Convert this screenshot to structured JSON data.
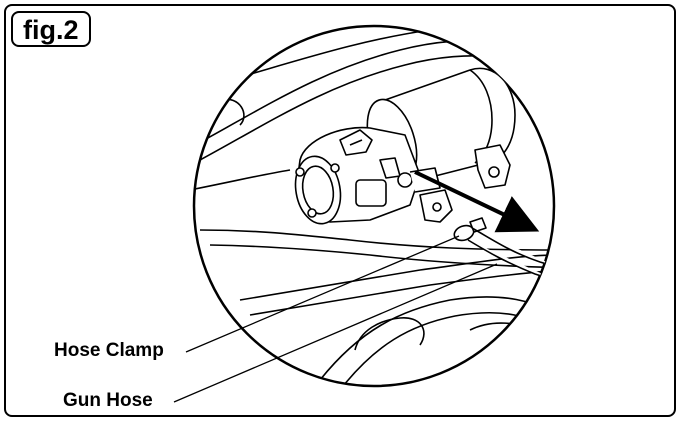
{
  "figure": {
    "label": "fig.2"
  },
  "callouts": {
    "hose_clamp": "Hose Clamp",
    "gun_hose": "Gun Hose"
  }
}
